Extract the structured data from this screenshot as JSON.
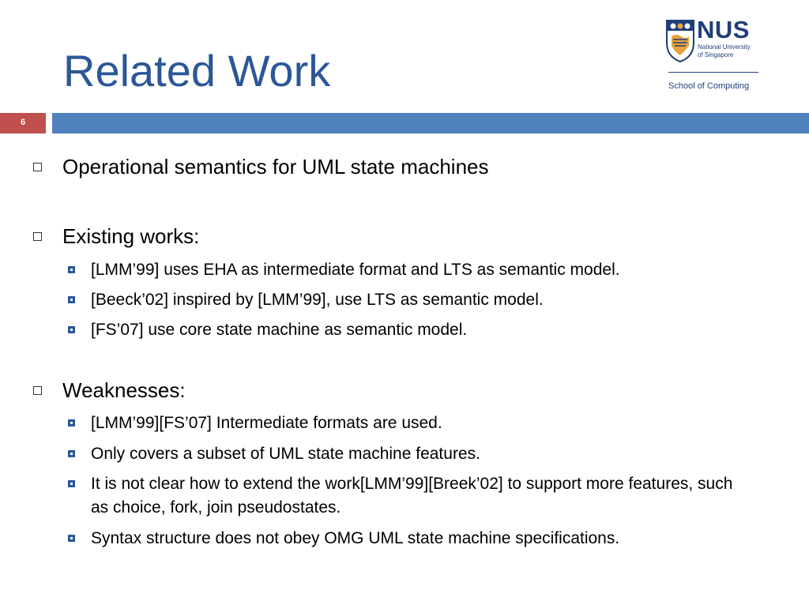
{
  "slide": {
    "title": "Related Work",
    "number": "6"
  },
  "logo": {
    "name": "NUS",
    "university_line1": "National University",
    "university_line2": "of Singapore",
    "school": "School of Computing"
  },
  "bullets": [
    {
      "text": "Operational semantics for UML state machines"
    },
    {
      "text": "Existing works:",
      "sub": [
        "[LMM’99] uses EHA as intermediate format and LTS as semantic model.",
        "[Beeck’02] inspired by [LMM’99], use LTS as semantic model.",
        "[FS’07] use core state machine as semantic model."
      ]
    },
    {
      "text": "Weaknesses:",
      "sub": [
        "[LMM’99][FS’07] Intermediate formats are used.",
        "Only covers a subset of UML state machine features.",
        "It is not clear how to extend the work[LMM’99][Breek’02] to support more features, such as choice, fork, join pseudostates.",
        "Syntax structure does not obey OMG UML state machine specifications."
      ]
    }
  ],
  "colors": {
    "title": "#2b5797",
    "accent_bar": "#4f81bd",
    "number_box": "#c0504d"
  }
}
